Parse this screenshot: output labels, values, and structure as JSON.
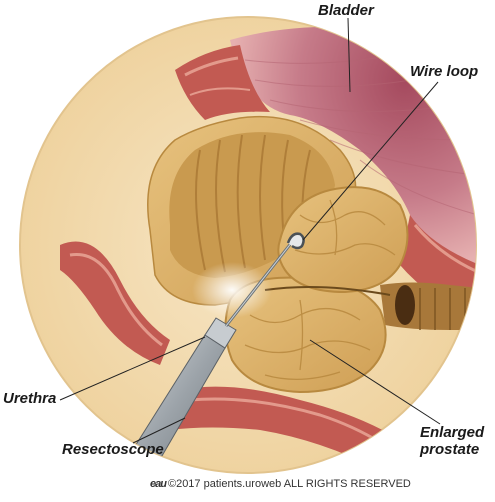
{
  "labels": {
    "bladder": "Bladder",
    "wire_loop": "Wire loop",
    "urethra": "Urethra",
    "resectoscope": "Resectoscope",
    "enlarged_line1": "Enlarged",
    "enlarged_line2": "prostate"
  },
  "footer": {
    "logo": "eau",
    "text": "©2017 patients.uroweb ALL RIGHTS RESERVED"
  },
  "colors": {
    "background_tissue": "#f3dcb0",
    "circle_border": "#e2c48e",
    "muscle": "#c25a52",
    "muscle_light": "#d98a7c",
    "bladder_wall": "#c9788a",
    "prostate": "#dcb46e",
    "prostate_dark": "#b8893f",
    "instrument": "#9aa0a6",
    "label_text": "#1a1a1a"
  }
}
